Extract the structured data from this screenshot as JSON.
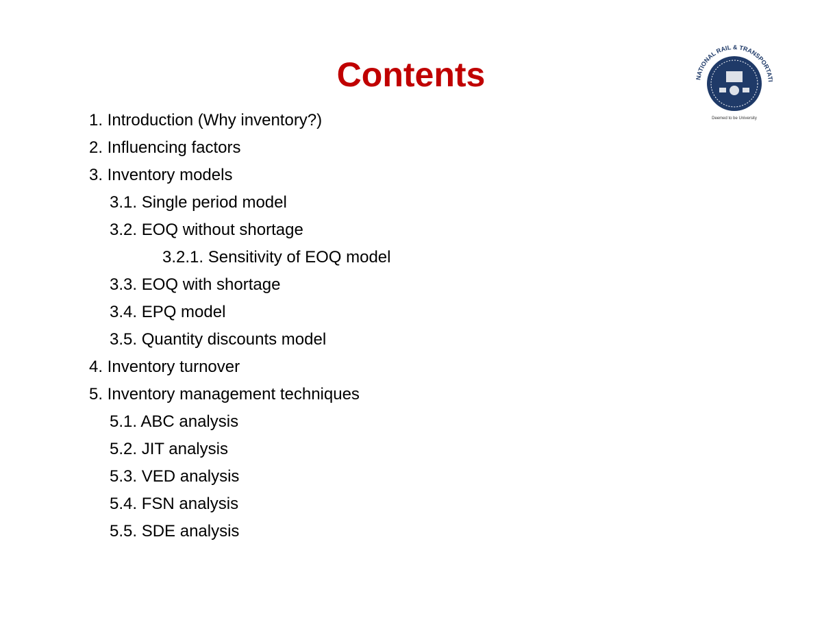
{
  "title": "Contents",
  "logo": {
    "ring_text": "NATIONAL RAIL & TRANSPORTATION INSTITUTE",
    "subtitle": "Deemed to be University",
    "color": "#1f3a68"
  },
  "items": [
    {
      "text": "1. Introduction (Why inventory?)",
      "level": 1
    },
    {
      "text": "2. Influencing factors",
      "level": 1
    },
    {
      "text": "3. Inventory models",
      "level": 1
    },
    {
      "text": "3.1. Single period model",
      "level": 2
    },
    {
      "text": "3.2. EOQ without shortage",
      "level": 2
    },
    {
      "text": "3.2.1. Sensitivity of EOQ model",
      "level": 3
    },
    {
      "text": "3.3. EOQ with shortage",
      "level": 2
    },
    {
      "text": "3.4. EPQ model",
      "level": 2
    },
    {
      "text": "3.5. Quantity discounts model",
      "level": 2
    },
    {
      "text": "4. Inventory turnover",
      "level": 1
    },
    {
      "text": "5. Inventory management techniques",
      "level": 1
    },
    {
      "text": "5.1. ABC analysis",
      "level": 2
    },
    {
      "text": "5.2. JIT analysis",
      "level": 2
    },
    {
      "text": "5.3. VED analysis",
      "level": 2
    },
    {
      "text": "5.4. FSN analysis",
      "level": 2
    },
    {
      "text": "5.5. SDE analysis",
      "level": 2
    }
  ]
}
